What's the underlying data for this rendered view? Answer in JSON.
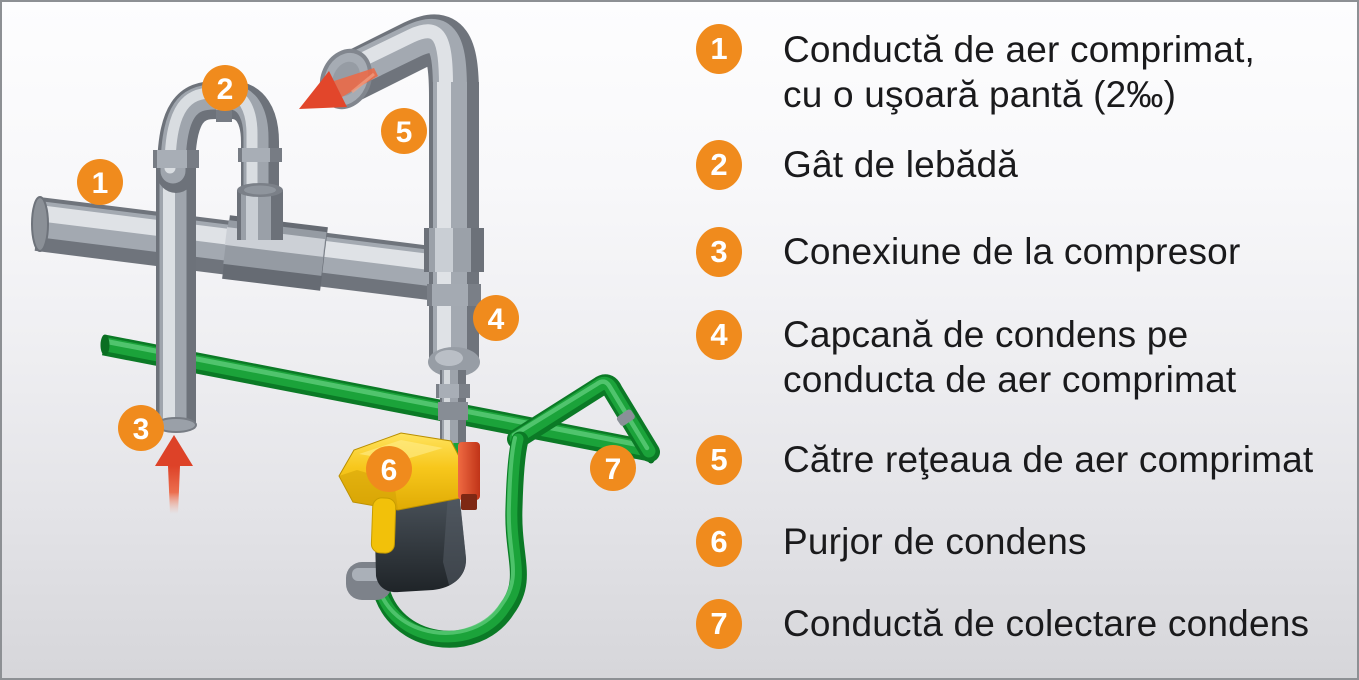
{
  "legend": {
    "items": [
      {
        "number": "1",
        "lines": [
          "Conductă de aer comprimat,",
          "cu o uşoară pantă (2‰)"
        ]
      },
      {
        "number": "2",
        "lines": [
          "Gât de lebădă"
        ]
      },
      {
        "number": "3",
        "lines": [
          "Conexiune de la compresor"
        ]
      },
      {
        "number": "4",
        "lines": [
          "Capcană de condens pe",
          "conducta de aer comprimat"
        ]
      },
      {
        "number": "5",
        "lines": [
          "Către reţeaua de aer comprimat"
        ]
      },
      {
        "number": "6",
        "lines": [
          "Purjor de condens"
        ]
      },
      {
        "number": "7",
        "lines": [
          "Conductă de colectare condens"
        ]
      }
    ]
  },
  "diagram": {
    "parts": [
      "compressed-air-main-pipe",
      "gooseneck-pipe",
      "compressor-riser-pipe",
      "condensate-trap-column",
      "network-takeoff-pipe",
      "condensate-drain-unit",
      "condensate-collection-pipe"
    ],
    "colors": {
      "badge_orange": "#f08b1d",
      "pipe_gray": "#a3a9b1",
      "pipe_gray_highlight": "#dfe2e6",
      "pipe_green": "#18a33a",
      "drain_yellow": "#f3c207",
      "drain_body": "#2b3036",
      "flow_arrow_red": "#e2462b",
      "text": "#1a1a1c",
      "background_top": "#fdfdfe",
      "background_bottom": "#d6d6da",
      "border": "#8d9094"
    }
  }
}
